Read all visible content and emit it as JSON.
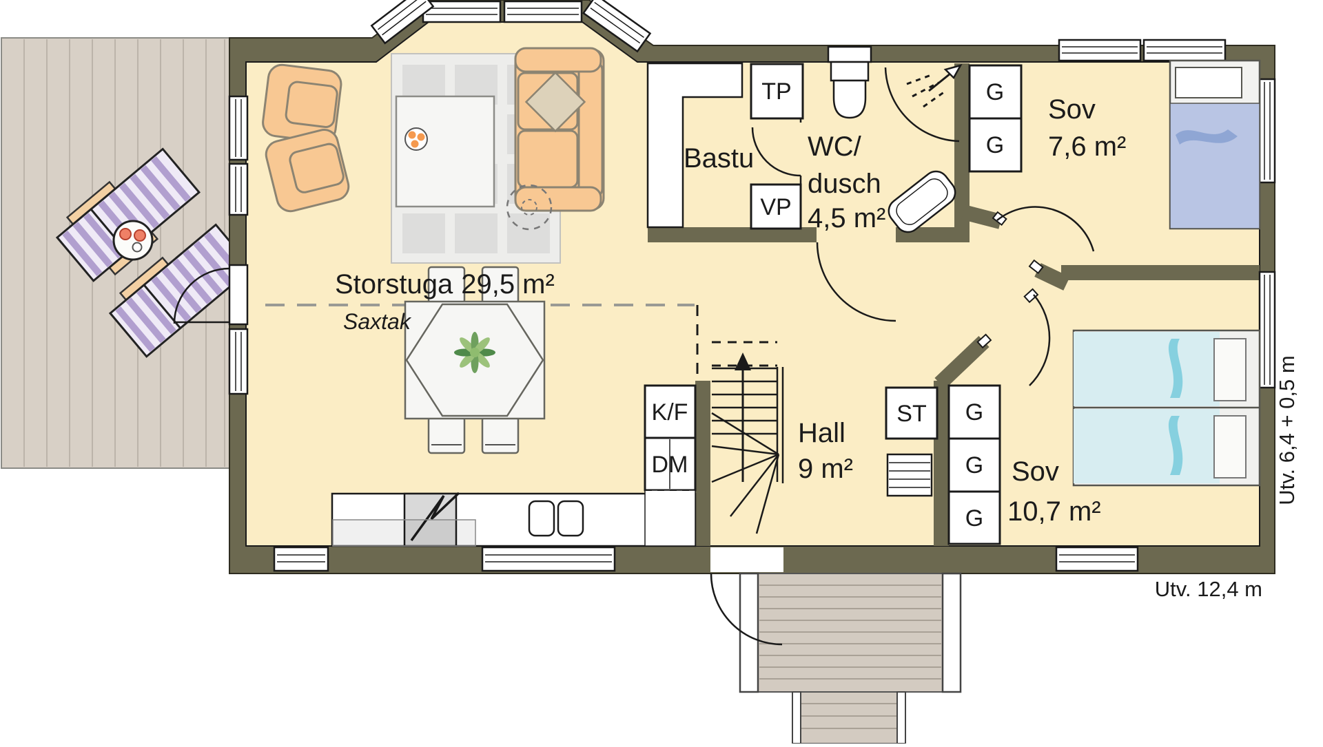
{
  "plan": {
    "rooms": {
      "storstuga": {
        "name": "Storstuga",
        "area": "29,5 m²",
        "ceiling_note": "Saxtak"
      },
      "bastu": {
        "name": "Bastu"
      },
      "wc_dusch": {
        "name_line1": "WC/",
        "name_line2": "dusch",
        "area": "4,5 m²"
      },
      "sov_small": {
        "name": "Sov",
        "area": "7,6 m²"
      },
      "sov_large": {
        "name": "Sov",
        "area": "10,7 m²"
      },
      "hall": {
        "name": "Hall",
        "area": "9 m²"
      }
    },
    "cabinet_labels": {
      "tp": "TP",
      "vp": "VP",
      "st": "ST",
      "kf": "K/F",
      "dm": "DM",
      "wardrobe": "G"
    },
    "dimensions": {
      "width_bottom": "Utv. 12,4 m",
      "depth_right": "Utv. 6,4 + 0,5 m"
    },
    "icons": [
      "toilet-icon",
      "shower-icon",
      "bathtub-icon",
      "stove-icon",
      "sink-icon",
      "stairs-up-arrow-icon",
      "plant-icon",
      "sofa-icon",
      "armchair-icon",
      "bed-icon",
      "lounge-chair-icon",
      "patio-table-icon",
      "fireplace-dashed-icon"
    ],
    "colors": {
      "wall": "#6c6950",
      "floor": "#fbedc5",
      "deck": "#d8d0c6",
      "porch": "#d3cbc1",
      "furniture_orange": "#f8c893",
      "bed_blue": "#b9c5e4",
      "bed_cyan": "#d7edf1",
      "stripe_lilac": "#b19fcf",
      "rug": "#ededeb"
    }
  }
}
